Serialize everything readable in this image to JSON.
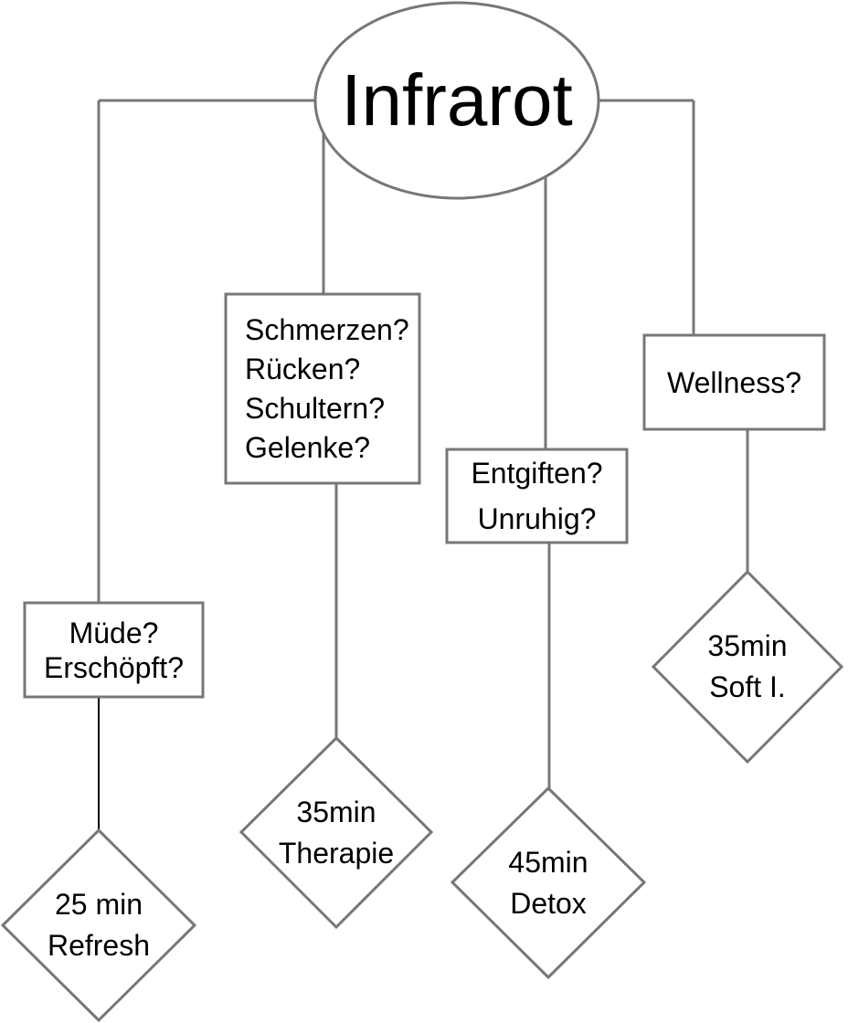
{
  "root": {
    "label": "Infrarot"
  },
  "colors": {
    "line": "#777777",
    "black_connector": "#000000",
    "text": "#000000",
    "background": "#ffffff",
    "shape_fill": "#ffffff"
  },
  "branches": [
    {
      "id": "refresh",
      "question": {
        "lines": [
          "Müde?",
          "Erschöpft?"
        ]
      },
      "result": {
        "lines": [
          "25 min",
          "Refresh"
        ]
      }
    },
    {
      "id": "therapie",
      "question": {
        "lines": [
          "Schmerzen?",
          "Rücken?",
          "Schultern?",
          "Gelenke?"
        ]
      },
      "result": {
        "lines": [
          "35min",
          "Therapie"
        ]
      }
    },
    {
      "id": "detox",
      "question": {
        "lines": [
          "Entgiften?",
          "Unruhig?"
        ]
      },
      "result": {
        "lines": [
          "45min",
          "Detox"
        ]
      }
    },
    {
      "id": "soft-infrared",
      "question": {
        "lines": [
          "Wellness?"
        ]
      },
      "result": {
        "lines": [
          "35min",
          "Soft I."
        ]
      }
    }
  ]
}
